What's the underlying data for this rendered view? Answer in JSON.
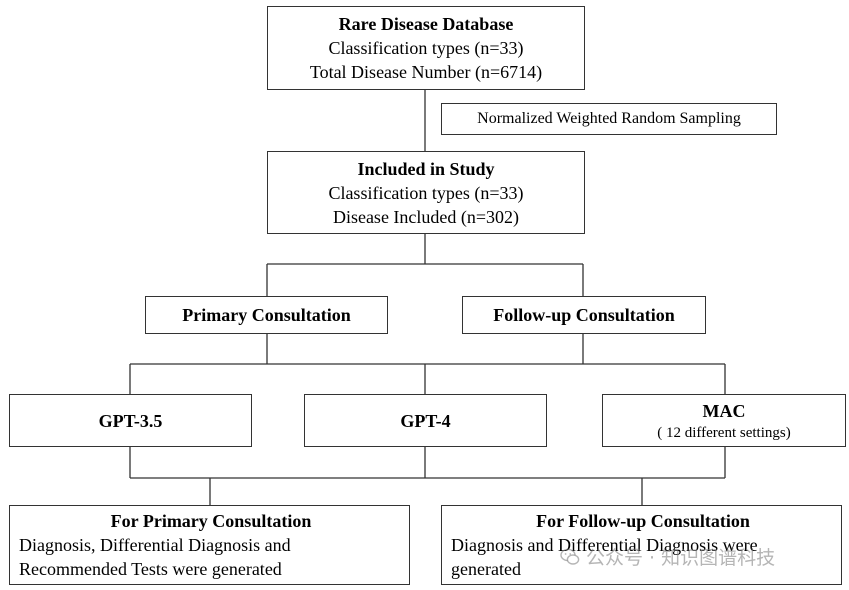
{
  "database": {
    "title": "Rare Disease Database",
    "line1": "Classification types (n=33)",
    "line2": "Total Disease Number (n=6714)"
  },
  "sampling": {
    "label": "Normalized Weighted Random Sampling"
  },
  "study": {
    "title": "Included in Study",
    "line1": "Classification types (n=33)",
    "line2": "Disease Included (n=302)"
  },
  "consultations": {
    "primary": "Primary Consultation",
    "followup": "Follow-up Consultation"
  },
  "models": {
    "gpt35": "GPT-3.5",
    "gpt4": "GPT-4",
    "mac_title": "MAC",
    "mac_note": "( 12 different settings)"
  },
  "outputs": {
    "primary_title": "For Primary Consultation",
    "primary_line1": "Diagnosis, Differential Diagnosis and",
    "primary_line2": "Recommended Tests were generated",
    "followup_title": "For Follow-up Consultation",
    "followup_line1": "Diagnosis and Differential Diagnosis were",
    "followup_line2": "generated"
  },
  "watermark": {
    "text": "公众号 · 知识图谱科技",
    "icon": "wechat-icon"
  },
  "colors": {
    "border": "#333333",
    "line": "#333333",
    "watermark": "#8a8a8a"
  }
}
